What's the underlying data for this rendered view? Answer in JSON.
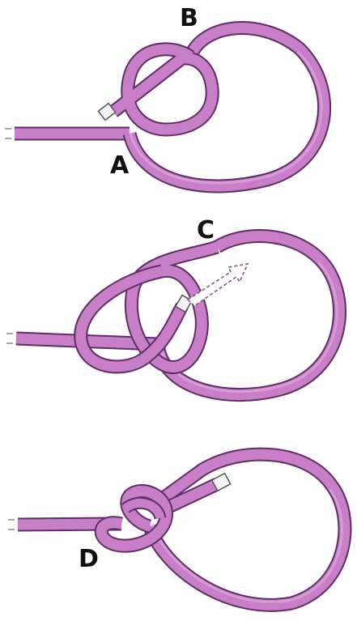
{
  "labels": {
    "a": "A",
    "b": "B",
    "c": "C",
    "d": "D"
  },
  "colors": {
    "rope": "#c97fc8",
    "rope_outline": "#5e2f66",
    "rope_end": "#f3f3f3",
    "background": "#ffffff"
  }
}
